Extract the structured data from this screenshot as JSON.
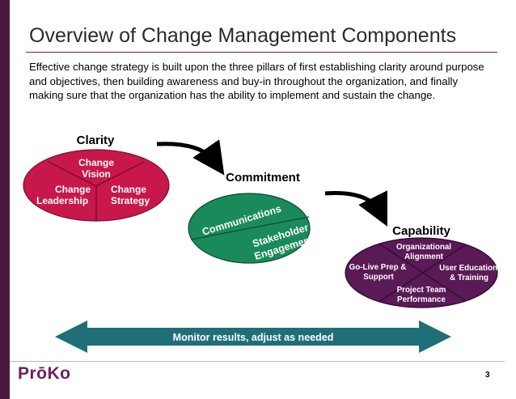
{
  "slide": {
    "title": "Overview of Change Management Components",
    "intro": "Effective change strategy is built upon the three pillars of first establishing clarity around purpose and objectives, then building awareness and buy-in throughout the organization, and finally making sure that the organization has the ability to implement and sustain the change.",
    "page_number": "3"
  },
  "brand": {
    "logo": "PrōKo",
    "accent": "#6b1f5a"
  },
  "clarity": {
    "heading": "Clarity",
    "color": "#c8174a",
    "segments": {
      "vision": [
        "Change",
        "Vision"
      ],
      "leadership": [
        "Change",
        "Leadership"
      ],
      "strategy": [
        "Change",
        "Strategy"
      ]
    }
  },
  "commitment": {
    "heading": "Commitment",
    "color": "#1a8a5a",
    "segments": {
      "communications": "Communications",
      "stakeholder": [
        "Stakeholder",
        "Engagement"
      ]
    }
  },
  "capability": {
    "heading": "Capability",
    "color": "#5a1a56",
    "segments": {
      "alignment": [
        "Organizational",
        "Alignment"
      ],
      "golive": [
        "Go-Live Prep &",
        "Support"
      ],
      "education": [
        "User Education",
        "& Training"
      ],
      "performance": [
        "Project Team",
        "Performance"
      ]
    }
  },
  "monitor": {
    "label": "Monitor results, adjust as needed",
    "color": "#1f6f78"
  }
}
